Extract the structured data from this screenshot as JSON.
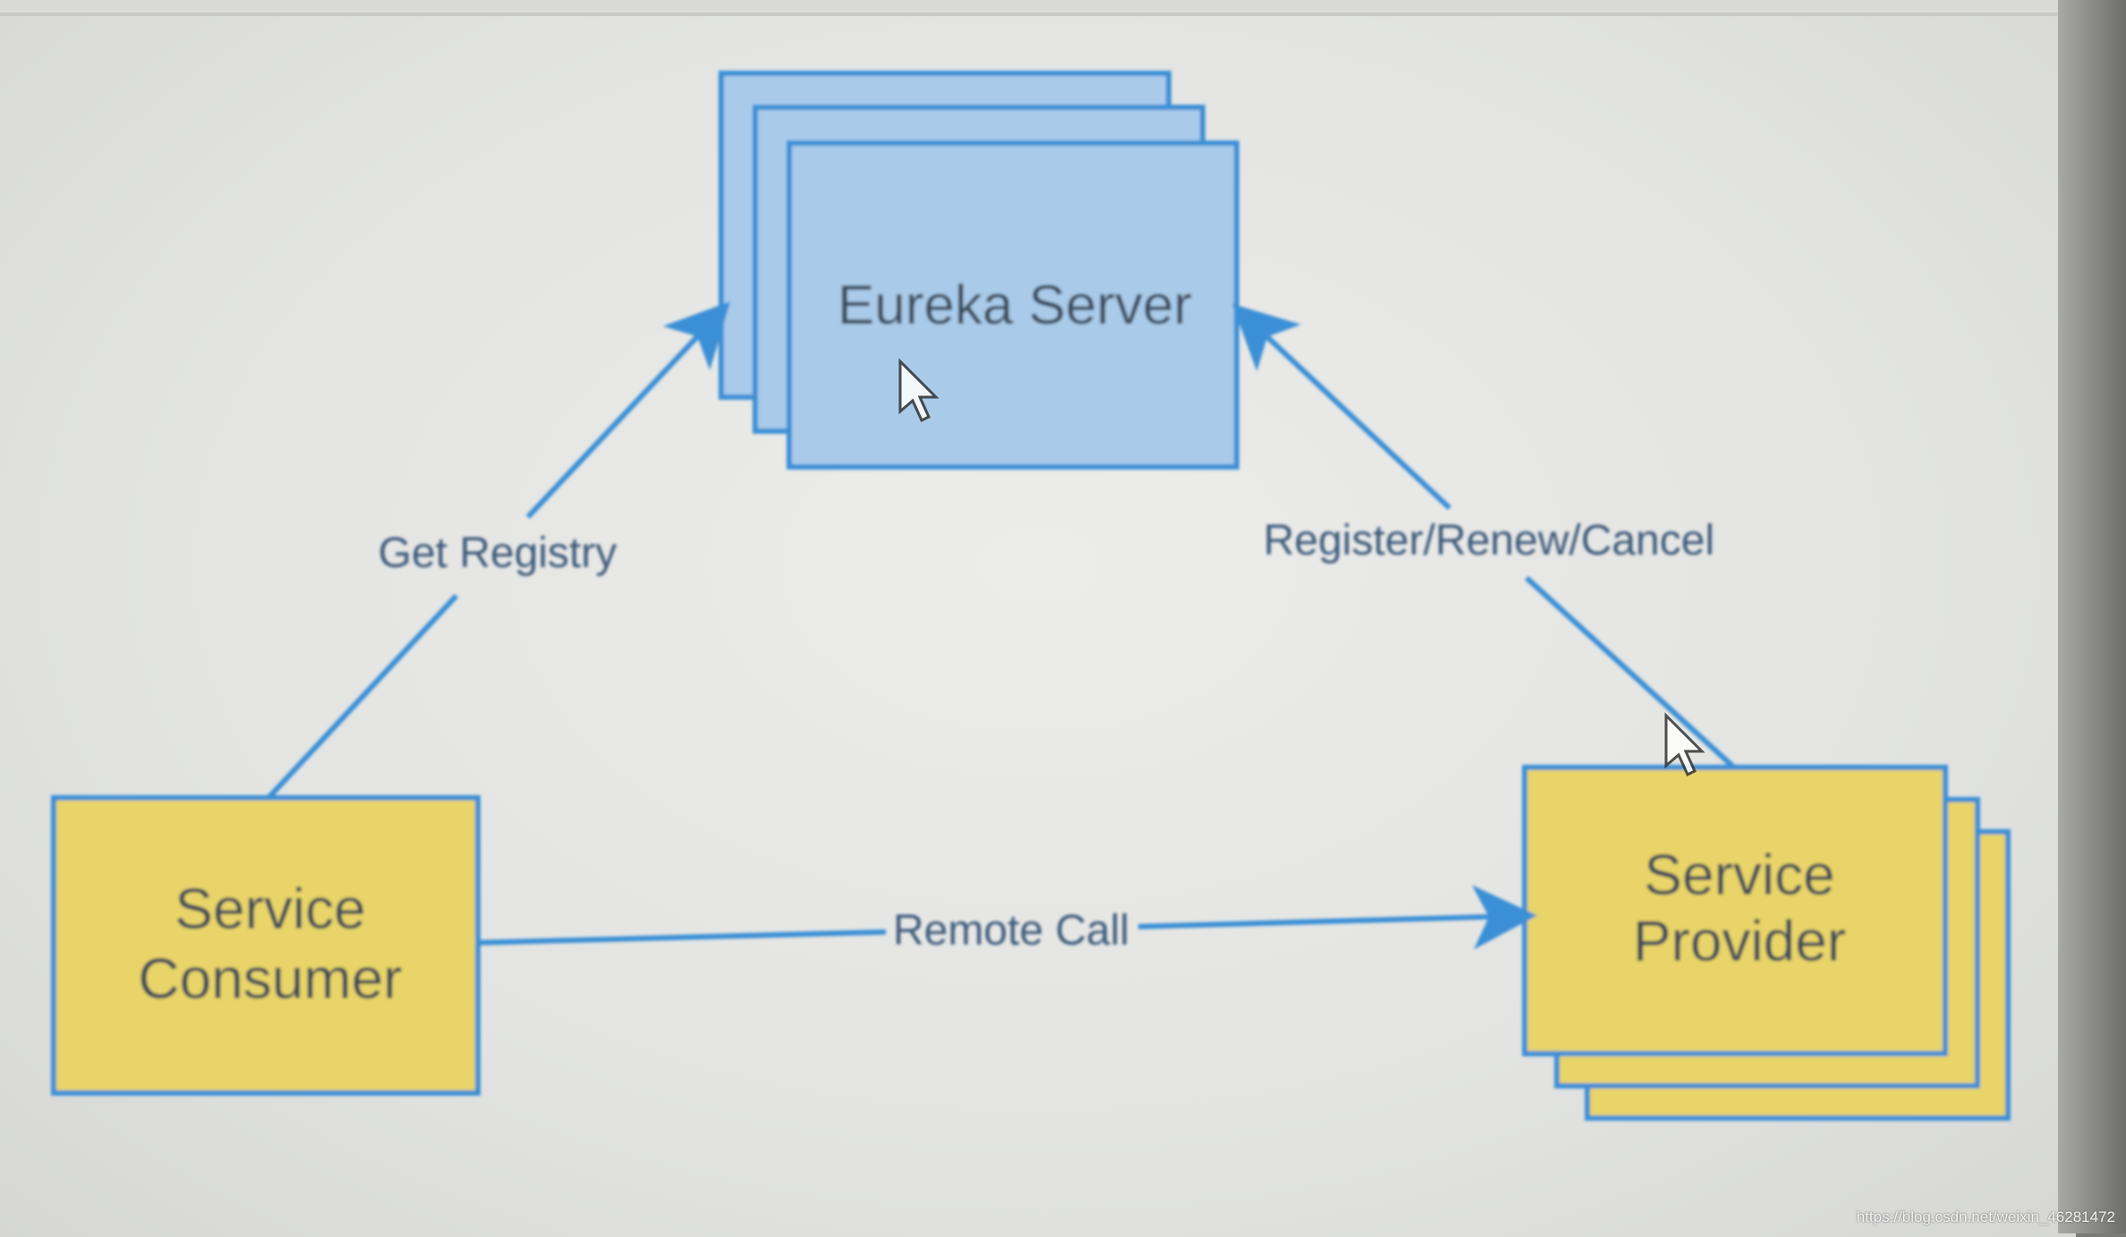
{
  "nodes": {
    "eureka_server": {
      "label": "Eureka Server"
    },
    "service_consumer": {
      "label_line1": "Service",
      "label_line2": "Consumer"
    },
    "service_provider": {
      "label_line1": "Service",
      "label_line2": "Provider"
    }
  },
  "edges": {
    "get_registry": {
      "label": "Get Registry"
    },
    "register_renew_cancel": {
      "label": "Register/Renew/Cancel"
    },
    "remote_call": {
      "label": "Remote Call"
    }
  },
  "watermark": "https://blog.csdn.net/weixin_46281472",
  "colors": {
    "server_fill": "#a9cbe9",
    "server_stroke": "#3a8fd6",
    "service_fill": "#e8d468",
    "service_stroke": "#3a8fd6",
    "arrow": "#3a8fd6"
  }
}
